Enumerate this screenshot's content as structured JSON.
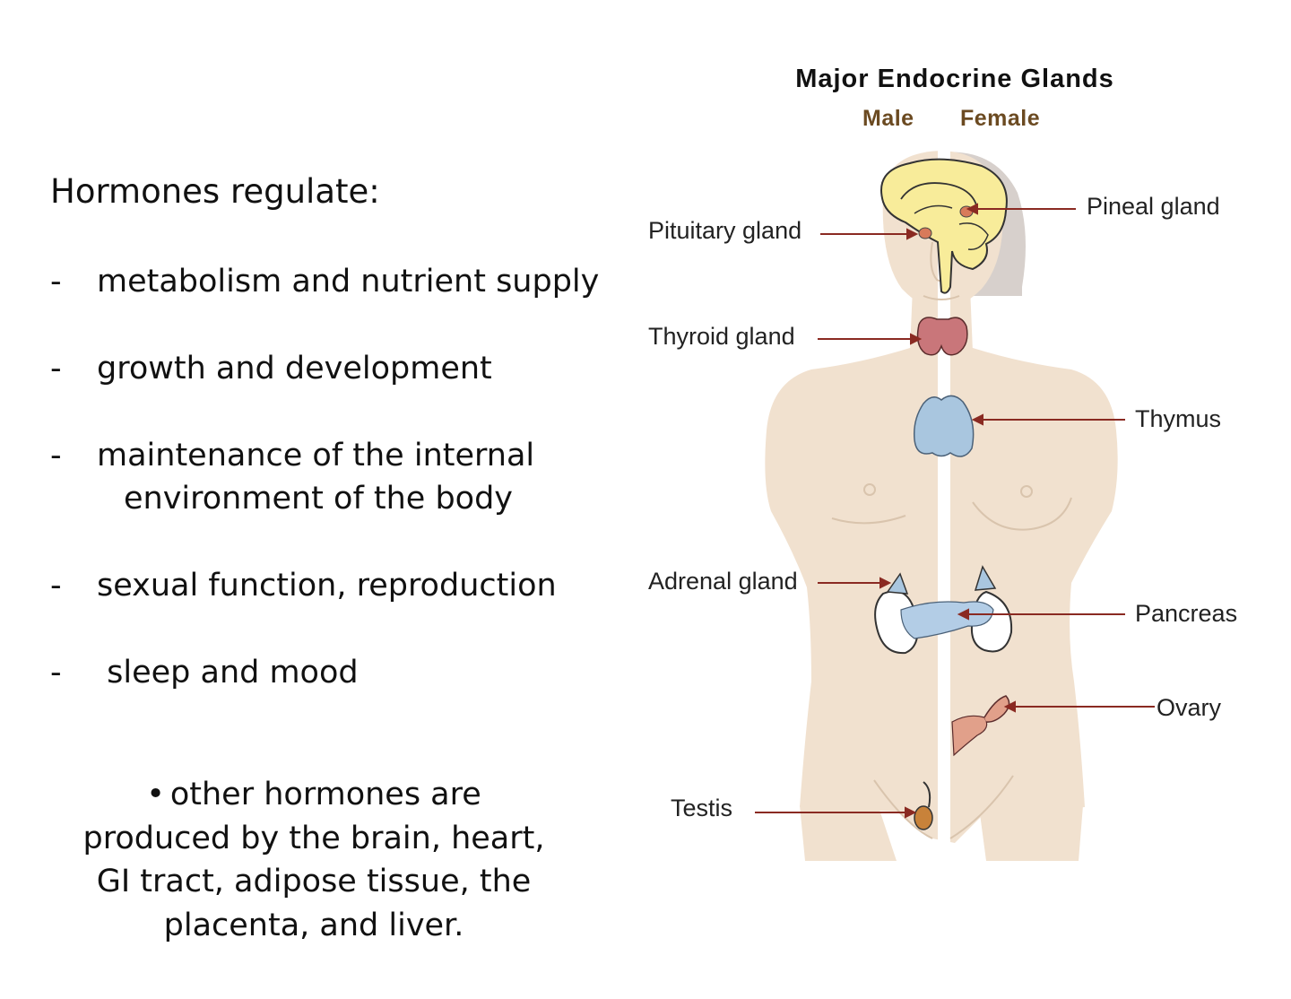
{
  "text_panel": {
    "intro": "Hormones regulate:",
    "items": [
      {
        "dash": "-",
        "line1": "metabolism and nutrient supply",
        "line2": ""
      },
      {
        "dash": "-",
        "line1": "growth and development",
        "line2": ""
      },
      {
        "dash": "-",
        "line1": "maintenance of the internal",
        "line2": "environment of the body"
      },
      {
        "dash": "-",
        "line1": "sexual function, reproduction",
        "line2": ""
      },
      {
        "dash": "-",
        "line1": " sleep and mood",
        "line2": ""
      }
    ],
    "note": {
      "bullet": "•",
      "lines": [
        "other hormones are",
        "produced by the brain, heart,",
        "GI tract,  adipose tissue, the",
        "placenta, and liver."
      ]
    }
  },
  "diagram": {
    "title": "Major Endocrine Glands",
    "male_label": "Male",
    "female_label": "Female",
    "glands": {
      "pineal": "Pineal gland",
      "pituitary": "Pituitary gland",
      "thyroid": "Thyroid gland",
      "thymus": "Thymus",
      "adrenal": "Adrenal gland",
      "pancreas": "Pancreas",
      "ovary": "Ovary",
      "testis": "Testis"
    },
    "colors": {
      "skin": "#f1e1cf",
      "brain": "#f8ec9a",
      "thyroid": "#c9767a",
      "thymus": "#a9c6df",
      "pancreas": "#b3cde6",
      "kidney": "#ffffff",
      "leader_line": "#8a2a22",
      "sex_label": "#6b4a21"
    }
  }
}
